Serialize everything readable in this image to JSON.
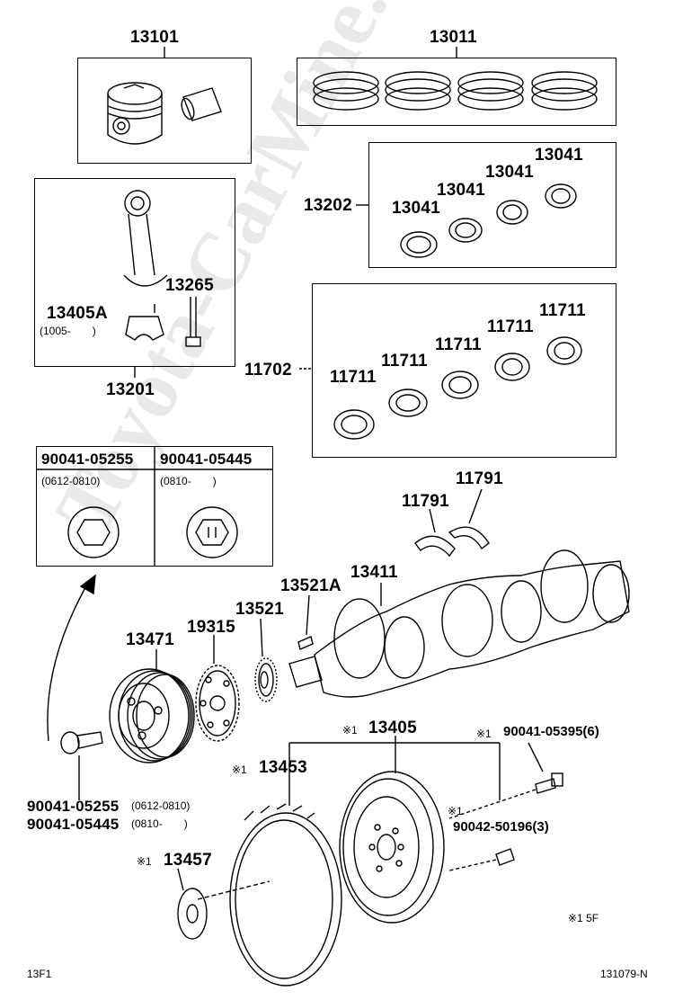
{
  "watermark": "Toyota-CarMine.ru",
  "parts": {
    "piston": "13101",
    "ring_set": "13011",
    "conrod_bearing_set": "13202",
    "conrod_bearing_1": "13041",
    "conrod_bearing_2": "13041",
    "conrod_bearing_3": "13041",
    "conrod_bearing_4": "13041",
    "conrod_bolt": "13265",
    "conrod_cap": "13405A",
    "conrod_cap_range": "(1005-　　)",
    "conrod_assy": "13201",
    "main_bearing_set": "11702",
    "main_bearing_1": "11711",
    "main_bearing_2": "11711",
    "main_bearing_3": "11711",
    "main_bearing_4": "11711",
    "main_bearing_5": "11711",
    "bolt_a": "90041-05255",
    "bolt_a_range": "(0612-0810)",
    "bolt_b": "90041-05445",
    "bolt_b_range": "(0810-　　)",
    "thrust_washer_1": "11791",
    "thrust_washer_2": "11791",
    "crankshaft": "13411",
    "key": "13521A",
    "crank_timing_gear": "13521",
    "signal_plate": "19315",
    "pulley": "13471",
    "pulley_bolt_a": "90041-05255",
    "pulley_bolt_a_range": "(0612-0810)",
    "pulley_bolt_b": "90041-05445",
    "pulley_bolt_b_range": "(0810-　　)",
    "flywheel_mark": "※1",
    "flywheel": "13405",
    "flywheel_bolt_mark": "※1",
    "flywheel_bolt": "90041-05395(6)",
    "ring_gear_mark": "※1",
    "ring_gear": "13453",
    "pin_mark": "※1",
    "pin": "90042-50196(3)",
    "plate_mark": "※1",
    "plate": "13457",
    "footnote": "※1 5F"
  },
  "footer": {
    "left": "13F1",
    "right": "131079-N"
  }
}
